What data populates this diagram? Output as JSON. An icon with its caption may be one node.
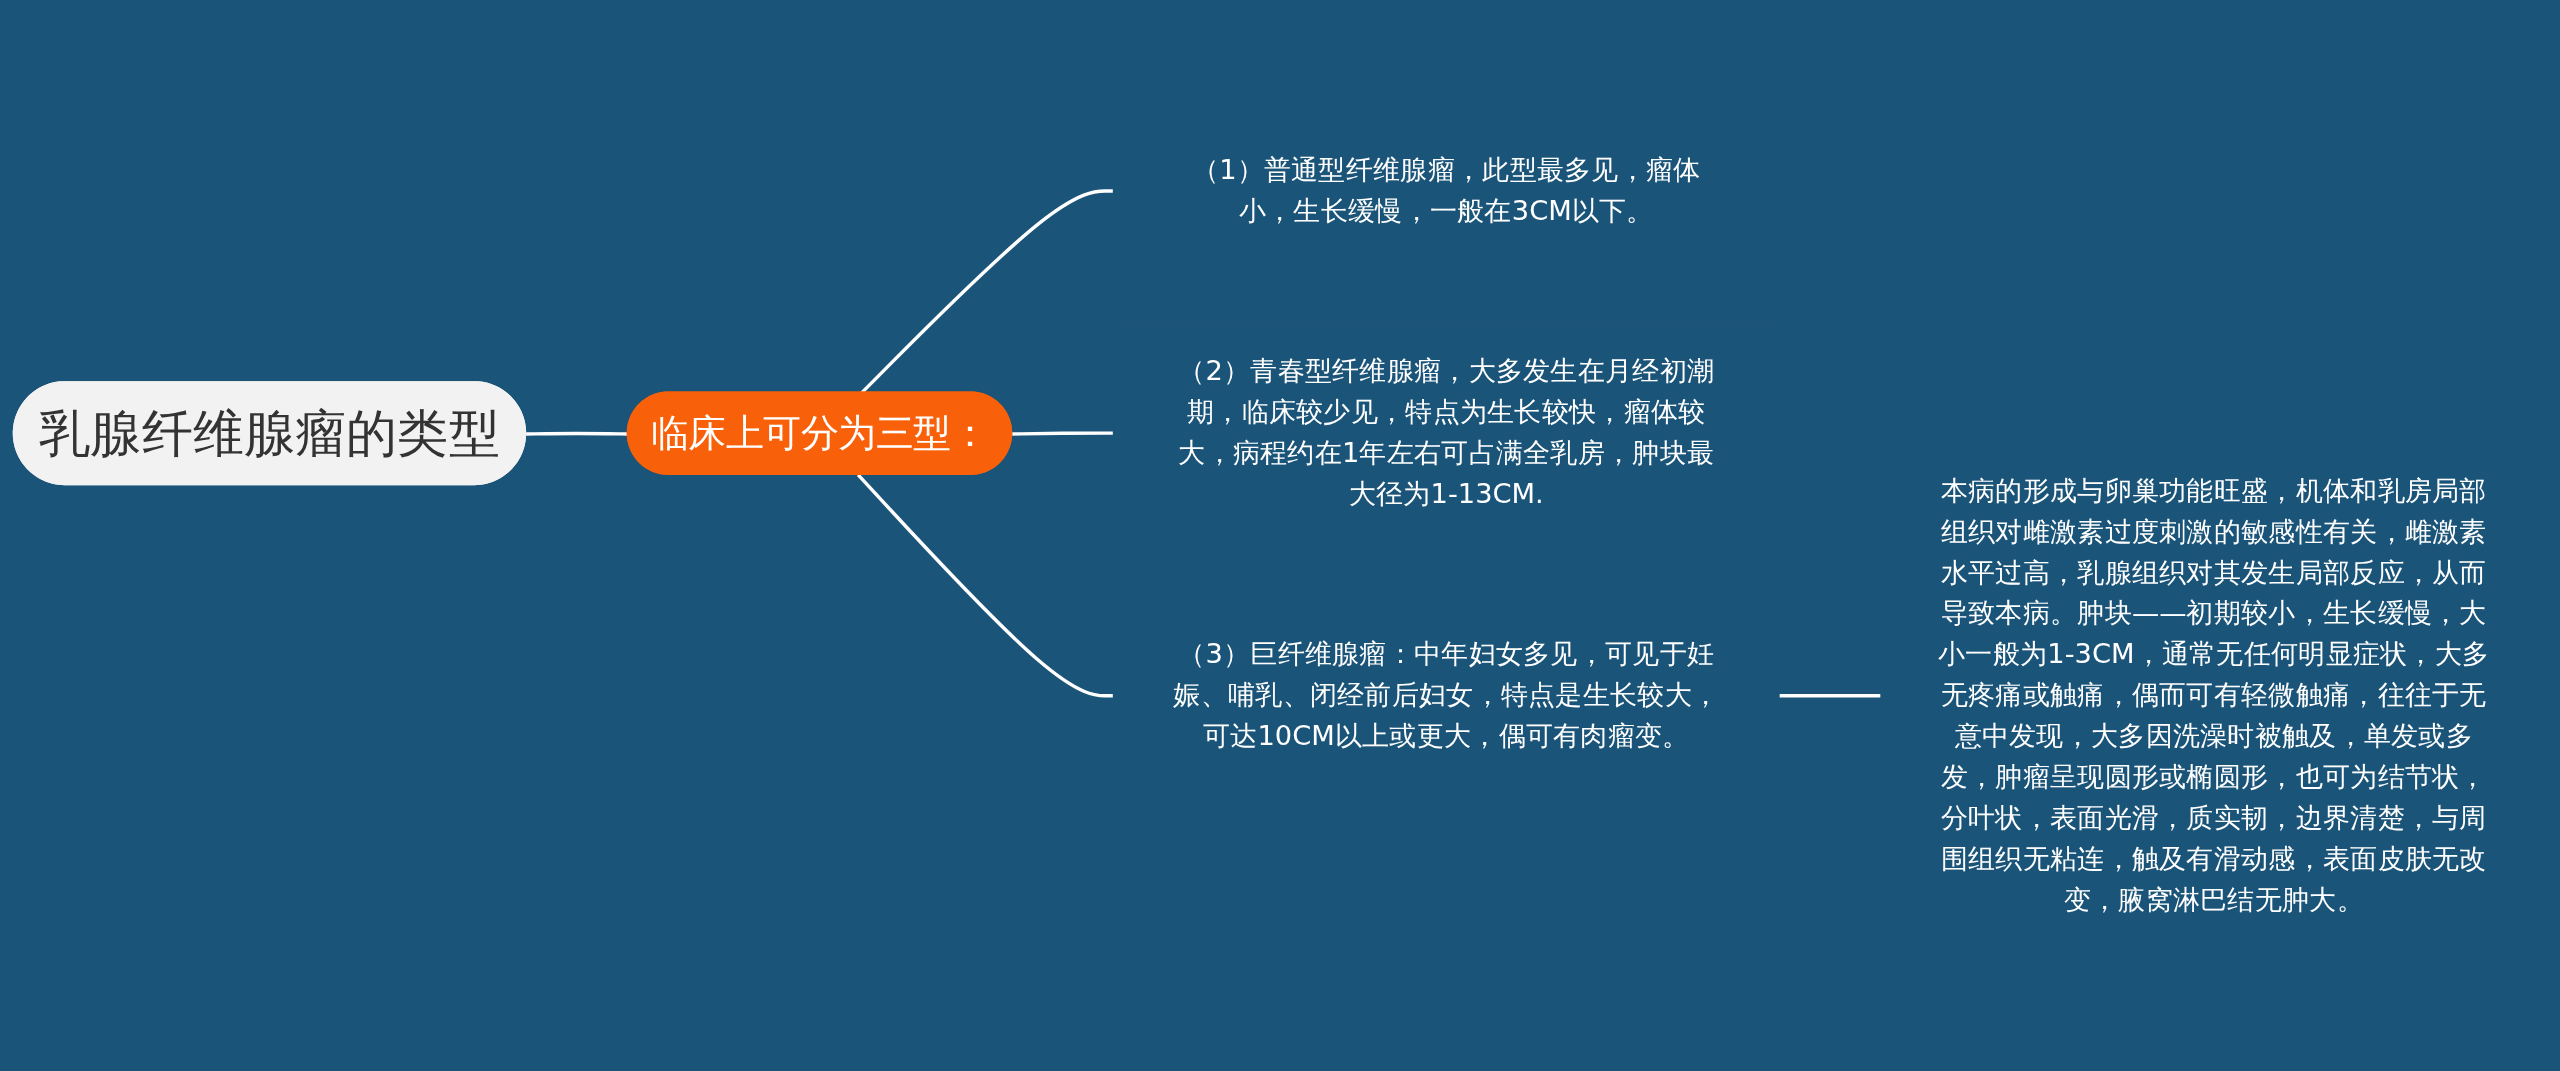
{
  "diagram": {
    "nodes": [
      {
        "text": [
          "乳腺纤维腺瘤的类型"
        ]
      },
      {
        "text": [
          "临床上可分为三型："
        ]
      },
      {
        "text": [
          "（1）普通型纤维腺瘤，此型最多见，瘤体小，生长缓慢，一般在3CM以下。"
        ]
      },
      {
        "text": [
          "（2）青春型纤维腺瘤，大多发生在月经初潮期，临床较少见，特点为生长较快，瘤体较大，病程约在1年左右可占满全乳房，肿块最大径为1-13CM."
        ]
      },
      {
        "text": [
          "（3）巨纤维腺瘤：中年妇女多见，可见于妊娠、哺乳、闭经前后妇女，特点是生长较大，可达10CM以上或更大，偶可有肉瘤变。"
        ]
      },
      {
        "text": [
          "本病的形成与卵巢功能旺盛，机体和乳房局部组织对雌激素过度刺激的敏感性有关，雌激素水平过高，乳腺组织对其发生局部反应，从而导致本病。肿块——初期较小，生长缓慢，大小一般为1-3CM，通常无任何明显症状，大多无疼痛或触痛，偶而可有轻微触痛，往往于无意中发现，大多因洗澡时被触及，单发或多发，肿瘤呈现圆形或椭圆形，也可为结节状，分叶状，表面光滑，质实韧，边界清楚，与周围组织无粘连，触及有滑动感，表面皮肤无改变，腋窝淋巴结无肿大。"
        ]
      }
    ],
    "edges": [
      {
        "from": 0,
        "to": 1,
        "arrow": "none"
      },
      {
        "from": 1,
        "to": 2,
        "arrow": "none"
      },
      {
        "from": 1,
        "to": 3,
        "arrow": "none"
      },
      {
        "from": 1,
        "to": 4,
        "arrow": "none"
      },
      {
        "from": 4,
        "to": 5,
        "arrow": "none"
      }
    ]
  }
}
